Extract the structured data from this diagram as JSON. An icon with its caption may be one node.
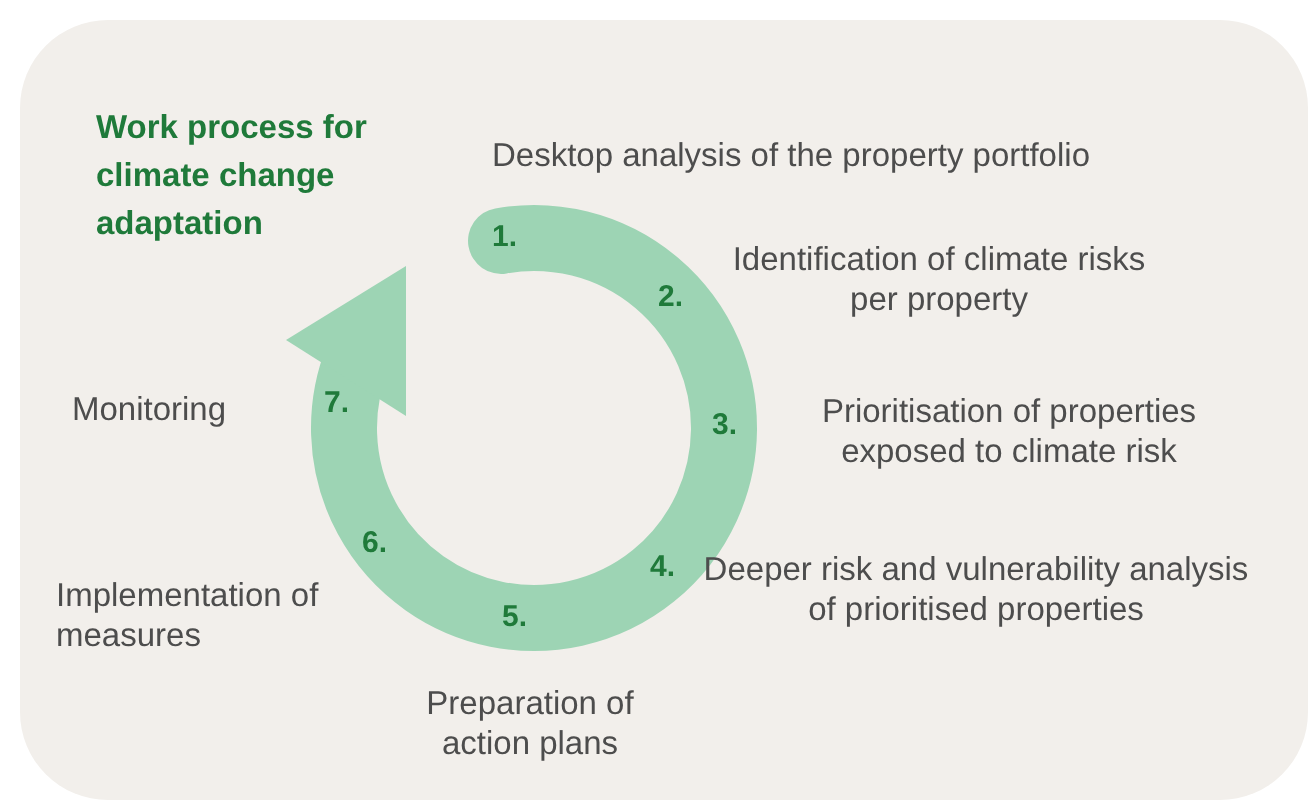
{
  "diagram": {
    "title": "Work process for climate change adaptation",
    "labels": [
      "Desktop analysis of the property portfolio",
      "1.",
      "Identification of climate risks per property",
      "2.",
      "Monitoring",
      "7.",
      "3.",
      "Prioritisation of properties exposed to climate risk",
      "6.",
      "4.",
      "Deeper risk and vulnerability analysis of prioritised properties",
      "Implementation of measures",
      "5.",
      "Preparation of action plans"
    ]
  }
}
